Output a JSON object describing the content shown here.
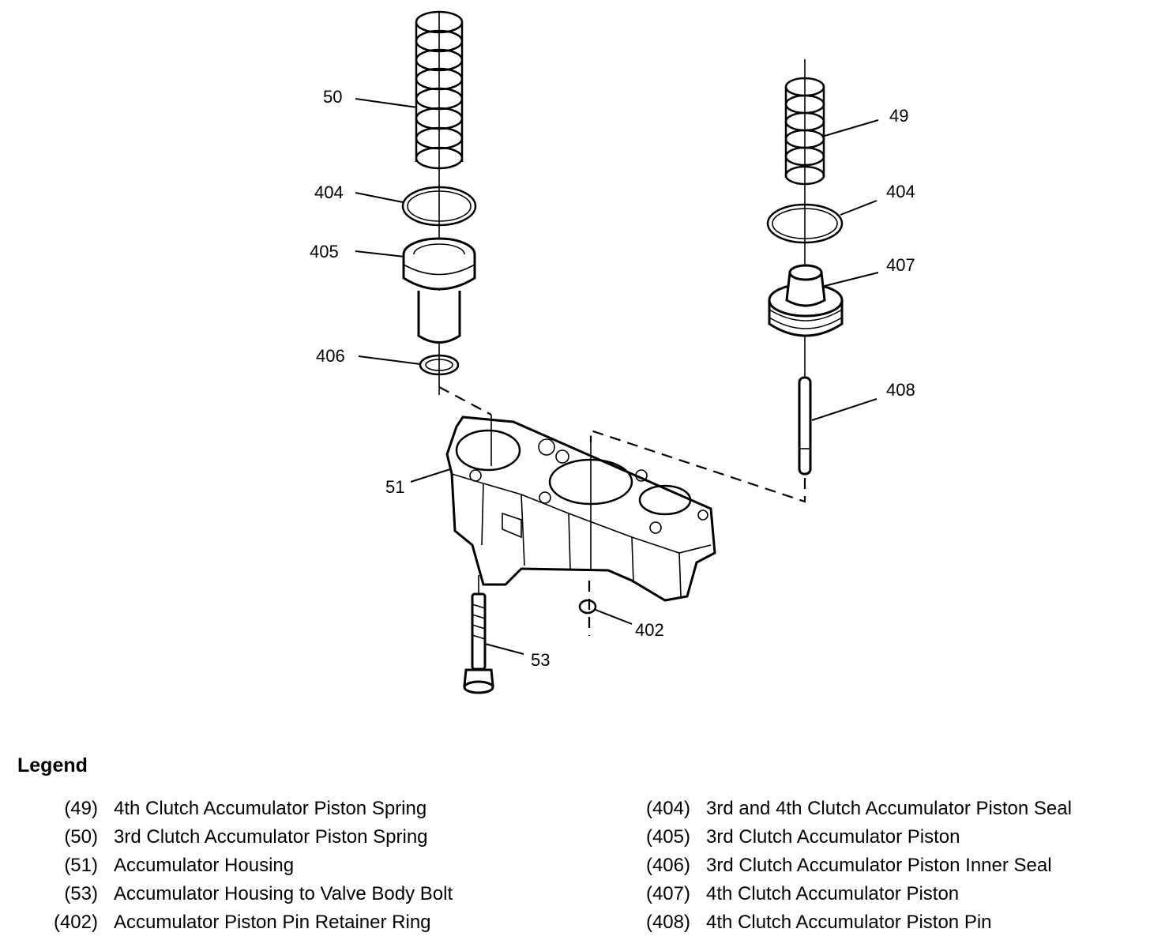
{
  "callouts": {
    "c50": "50",
    "c404a": "404",
    "c405": "405",
    "c406": "406",
    "c51": "51",
    "c53": "53",
    "c402": "402",
    "c49": "49",
    "c404b": "404",
    "c407": "407",
    "c408": "408"
  },
  "legend": {
    "title": "Legend",
    "left": [
      {
        "num": "(49)",
        "label": "4th Clutch Accumulator Piston Spring"
      },
      {
        "num": "(50)",
        "label": "3rd Clutch Accumulator Piston Spring"
      },
      {
        "num": "(51)",
        "label": "Accumulator Housing"
      },
      {
        "num": "(53)",
        "label": "Accumulator Housing to Valve Body Bolt"
      },
      {
        "num": "(402)",
        "label": "Accumulator Piston Pin Retainer Ring"
      }
    ],
    "right": [
      {
        "num": "(404)",
        "label": "3rd and 4th Clutch Accumulator Piston Seal"
      },
      {
        "num": "(405)",
        "label": "3rd Clutch Accumulator Piston"
      },
      {
        "num": "(406)",
        "label": "3rd Clutch Accumulator Piston Inner Seal"
      },
      {
        "num": "(407)",
        "label": "4th Clutch Accumulator Piston"
      },
      {
        "num": "(408)",
        "label": "4th Clutch Accumulator Piston Pin"
      }
    ]
  }
}
